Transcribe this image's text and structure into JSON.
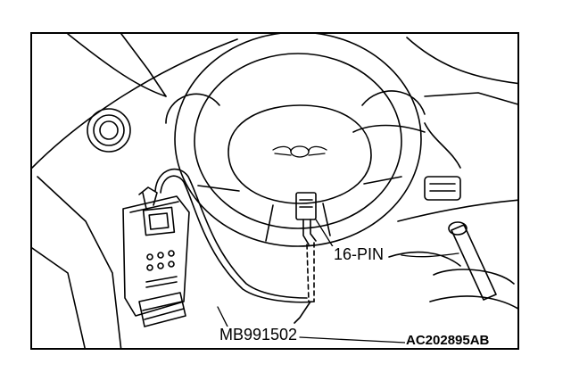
{
  "figure": {
    "connector_label": "16-PIN",
    "tool_label": "MB991502",
    "figure_code": "AC202895AB"
  },
  "colors": {
    "line": "#000000",
    "background": "#ffffff"
  }
}
